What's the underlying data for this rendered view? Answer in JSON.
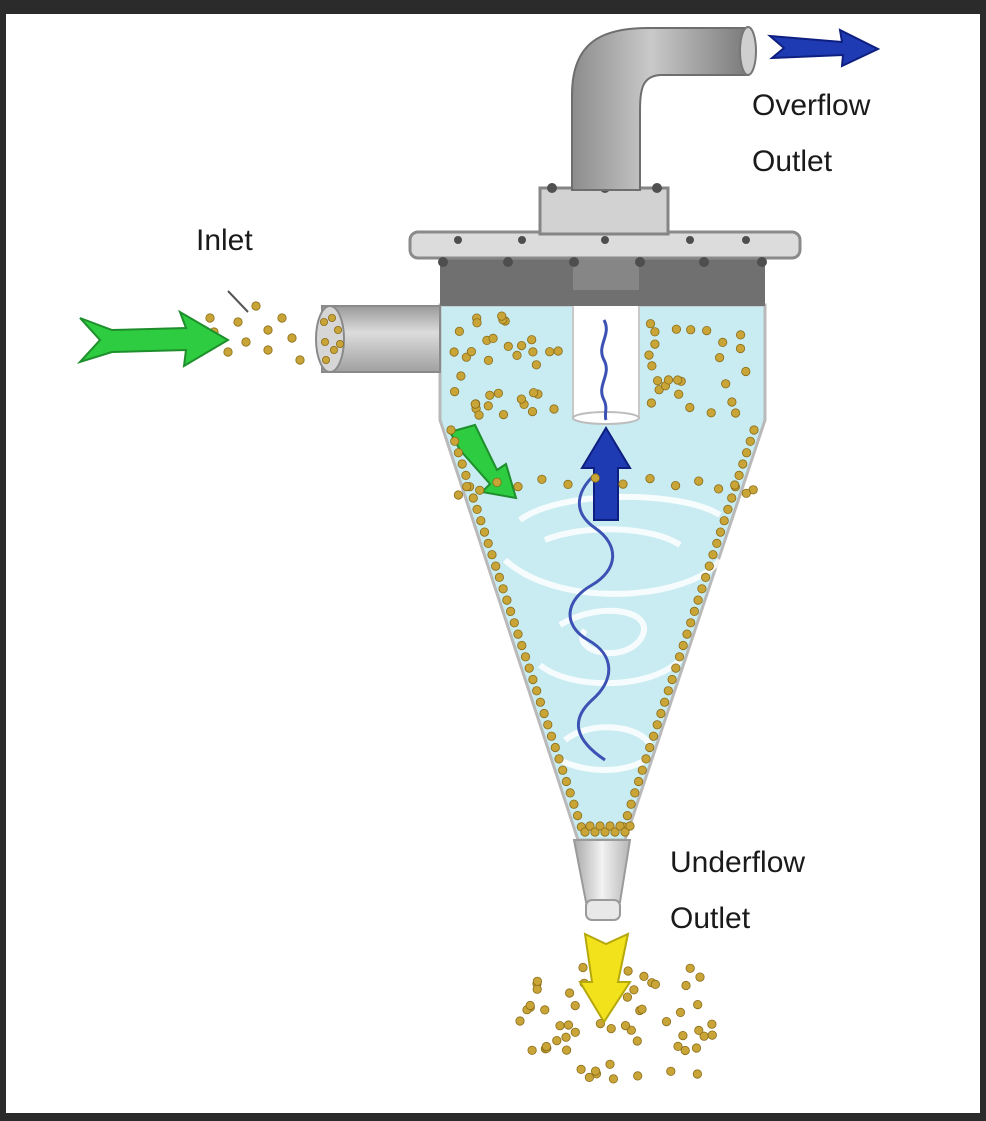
{
  "labels": {
    "overflow_line1": "Overflow",
    "overflow_line2": "Outlet",
    "inlet": "Inlet",
    "underflow_line1": "Underflow",
    "underflow_line2": "Outlet"
  },
  "colors": {
    "liquid": "#c8ecf2",
    "particle": "#c9a437",
    "inlet_arrow": "#2ecc40",
    "overflow_arrow": "#1f3bb3",
    "underflow_arrow": "#f2e21c",
    "body_metal": "#9a9a9a",
    "dark_metal": "#707070",
    "frame": "#2b2b2b"
  },
  "icons": {
    "inlet_arrow": "green-arrow-icon",
    "swirl_arrow": "green-arrow-icon",
    "vortex_up_arrow": "blue-arrow-icon",
    "overflow_arrow": "blue-arrow-icon",
    "underflow_arrow": "yellow-arrow-icon"
  }
}
